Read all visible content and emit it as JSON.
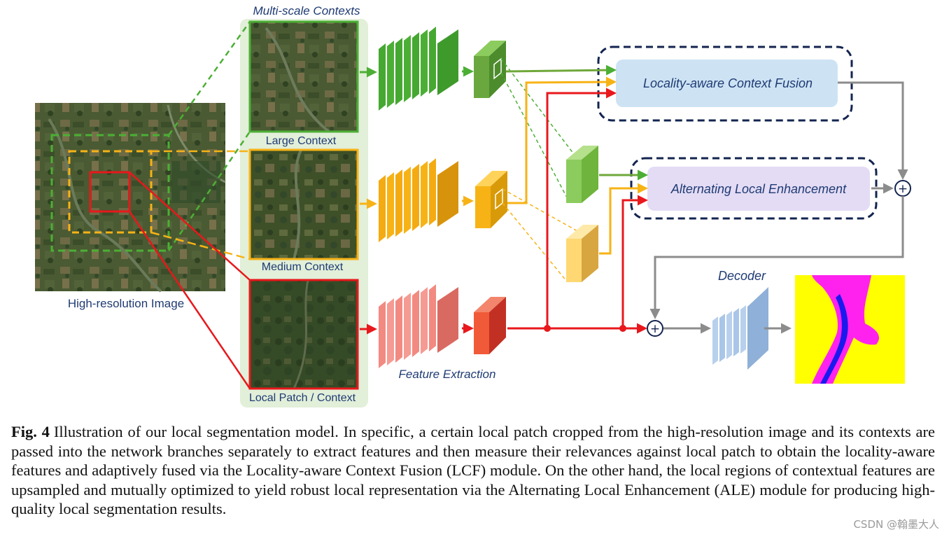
{
  "labels": {
    "multi_scale": "Multi-scale Contexts",
    "large_context": "Large Context",
    "medium_context": "Medium Context",
    "local_patch": "Local Patch / Context",
    "hr_image": "High-resolution Image",
    "feature_extraction": "Feature Extraction",
    "lcf": "Locality-aware Context Fusion",
    "ale": "Alternating Local Enhancement",
    "decoder": "Decoder",
    "plus": "+"
  },
  "colors": {
    "large": "#4caf35",
    "medium": "#f7b316",
    "local": "#e8181c",
    "panel": "#e2efd9",
    "lcf_box": "#cde3f4",
    "ale_box": "#e4dcf5",
    "dashed_frame": "#13244f",
    "gray_arrow": "#8c8c8c",
    "decoder": "#9ab9de",
    "label_text": "#1f3b73",
    "seg_yellow": "#ffff00",
    "seg_magenta": "#ff22ee",
    "seg_blue": "#1a1aee"
  },
  "caption": {
    "label": "Fig. 4",
    "text": "Illustration of our local segmentation model. In specific, a certain local patch cropped from the high-resolution image and its contexts are passed into the network branches separately to extract features and then measure their relevances against local patch to obtain the locality-aware features and adaptively fused via the Locality-aware Context Fusion (LCF) module. On the other hand, the local regions of contextual features are upsampled and mutually optimized to yield robust local representation via the Alternating Local Enhancement (ALE) module for producing high-quality local segmentation results."
  },
  "watermark": "CSDN @翰墨大人"
}
